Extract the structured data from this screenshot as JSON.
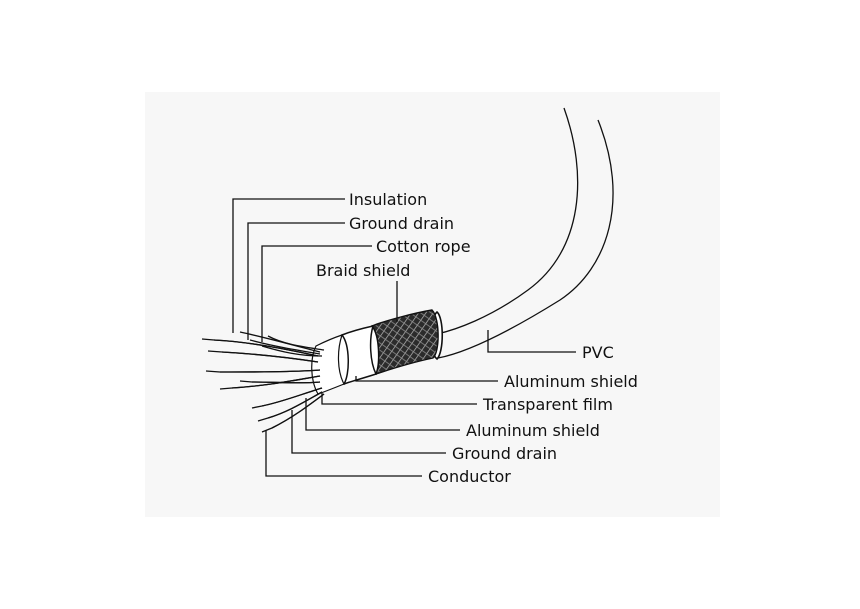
{
  "labels": {
    "insulation": "Insulation",
    "ground_drain_top": "Ground drain",
    "cotton_rope": "Cotton rope",
    "braid_shield": "Braid shield",
    "pvc": "PVC",
    "aluminum_shield_outer": "Aluminum shield",
    "transparent_film": "Transparent film",
    "aluminum_shield_inner": "Aluminum shield",
    "ground_drain_bottom": "Ground drain",
    "conductor": "Conductor"
  },
  "colors": {
    "line": "#111111",
    "background": "#ffffff",
    "panel": "#f7f7f7",
    "braid": "#333333"
  }
}
